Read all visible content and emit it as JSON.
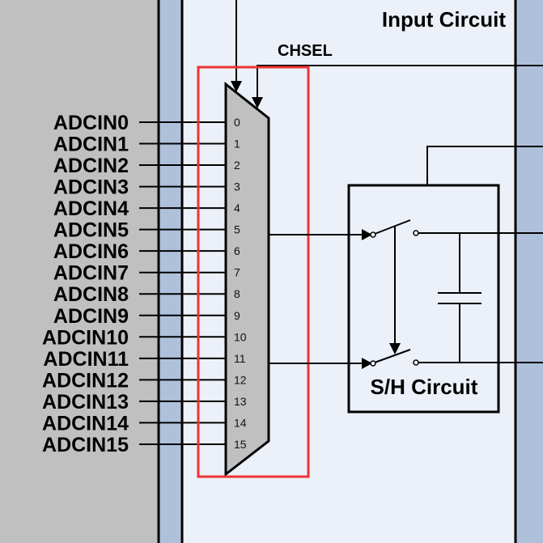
{
  "diagram": {
    "title": "Input Circuit",
    "select_signal": "CHSEL",
    "sh_block_label": "S/H Circuit",
    "inputs": [
      {
        "name": "ADCIN0",
        "pin": "0"
      },
      {
        "name": "ADCIN1",
        "pin": "1"
      },
      {
        "name": "ADCIN2",
        "pin": "2"
      },
      {
        "name": "ADCIN3",
        "pin": "3"
      },
      {
        "name": "ADCIN4",
        "pin": "4"
      },
      {
        "name": "ADCIN5",
        "pin": "5"
      },
      {
        "name": "ADCIN6",
        "pin": "6"
      },
      {
        "name": "ADCIN7",
        "pin": "7"
      },
      {
        "name": "ADCIN8",
        "pin": "8"
      },
      {
        "name": "ADCIN9",
        "pin": "9"
      },
      {
        "name": "ADCIN10",
        "pin": "10"
      },
      {
        "name": "ADCIN11",
        "pin": "11"
      },
      {
        "name": "ADCIN12",
        "pin": "12"
      },
      {
        "name": "ADCIN13",
        "pin": "13"
      },
      {
        "name": "ADCIN14",
        "pin": "14"
      },
      {
        "name": "ADCIN15",
        "pin": "15"
      }
    ],
    "mux_outputs_to_sh": [
      "5",
      "11"
    ],
    "colors": {
      "outer_background": "#c0c0c0",
      "border_band": "#afc1da",
      "panel": "#ecf0f8",
      "mux_fill": "#c0c0c0",
      "highlight": "#ee3333"
    }
  }
}
